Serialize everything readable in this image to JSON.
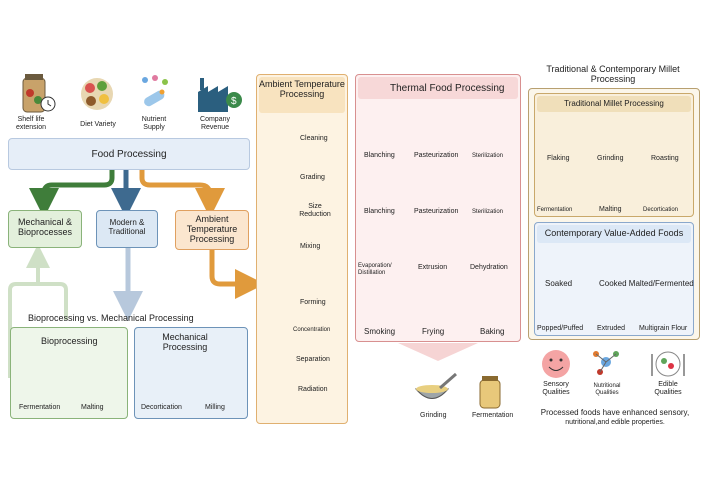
{
  "top_icons": [
    {
      "label": "Shelf life extension",
      "icon": "jar-icon"
    },
    {
      "label": "Diet Variety",
      "icon": "food-plate-icon"
    },
    {
      "label": "Nutrient Supply",
      "icon": "pill-icon"
    },
    {
      "label": "Company Revenue",
      "icon": "factory-icon"
    }
  ],
  "food_processing": "Food Processing",
  "branches": {
    "mechanical": "Mechanical & Bioprocesses",
    "modern": "Modern & Traditional",
    "ambient": "Ambient Temperature Processing"
  },
  "bio_vs_mech": {
    "title": "Bioprocessing vs. Mechanical Processing",
    "bio_title": "Bioprocessing",
    "bio_items": [
      "Fermentation",
      "Malting"
    ],
    "mech_title": "Mechanical Processing",
    "mech_items": [
      "Decortication",
      "Milling"
    ]
  },
  "ambient_panel": {
    "title": "Ambient Temperature Processing",
    "items": [
      "Cleaning",
      "Grading",
      "Size Reduction",
      "Mixing",
      "Forming",
      "Concentration",
      "Separation",
      "Radiation"
    ]
  },
  "thermal_panel": {
    "title": "Thermal Food Processing",
    "items": [
      "Blanching",
      "Pasteurization",
      "Sterilization",
      "Blanching",
      "Pasteurization",
      "Sterilization",
      "Evaporation/ Distillation",
      "Extrusion",
      "Dehydration",
      "Smoking",
      "Frying",
      "Baking"
    ]
  },
  "bottom_center": {
    "items": [
      "Grinding",
      "Fermentation"
    ]
  },
  "right_panel": {
    "title": "Traditional & Contemporary Millet Processing",
    "traditional_title": "Traditional Millet Processing",
    "traditional_items": [
      "Flaking",
      "Grinding",
      "Roasting",
      "Fermentation",
      "Malting",
      "Decortication"
    ],
    "contemporary_title": "Contemporary Value-Added Foods",
    "contemporary_items": [
      "Soaked",
      "Cooked Malted/Fermented",
      "Popped/Puffed",
      "Extruded",
      "Multigrain Flour"
    ]
  },
  "qualities": {
    "items": [
      "Sensory Qualities",
      "Nutritional Qualities",
      "Edible Qualities"
    ],
    "caption_line1": "Processed foods have enhanced sensory,",
    "caption_line2": "nutritional,and edible properties."
  }
}
